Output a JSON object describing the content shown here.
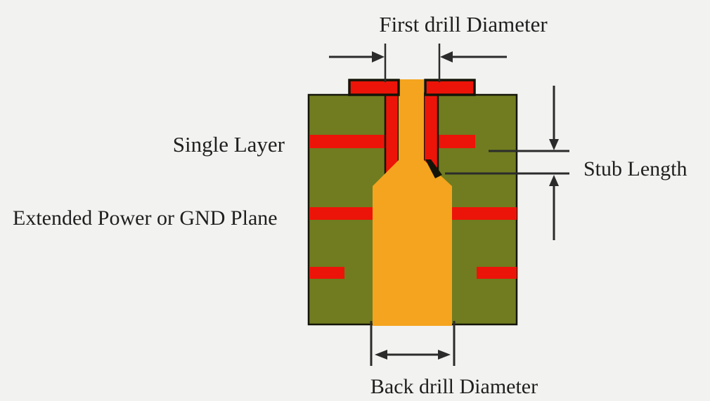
{
  "labels": {
    "first_drill_diameter": "First drill Diameter",
    "single_layer": "Single Layer",
    "extended_power_or_gnd_plane": "Extended Power or GND Plane",
    "stub_length": "Stub Length",
    "back_drill_diameter": "Back drill Diameter"
  },
  "colors": {
    "background": "#f2f2f0",
    "pcb_green": "#707c1f",
    "copper_red": "#ec1408",
    "via_orange": "#f4a41e",
    "outline_black": "#141408",
    "dimension_line": "#2b2b2b",
    "label_text": "#1f1f1f"
  }
}
